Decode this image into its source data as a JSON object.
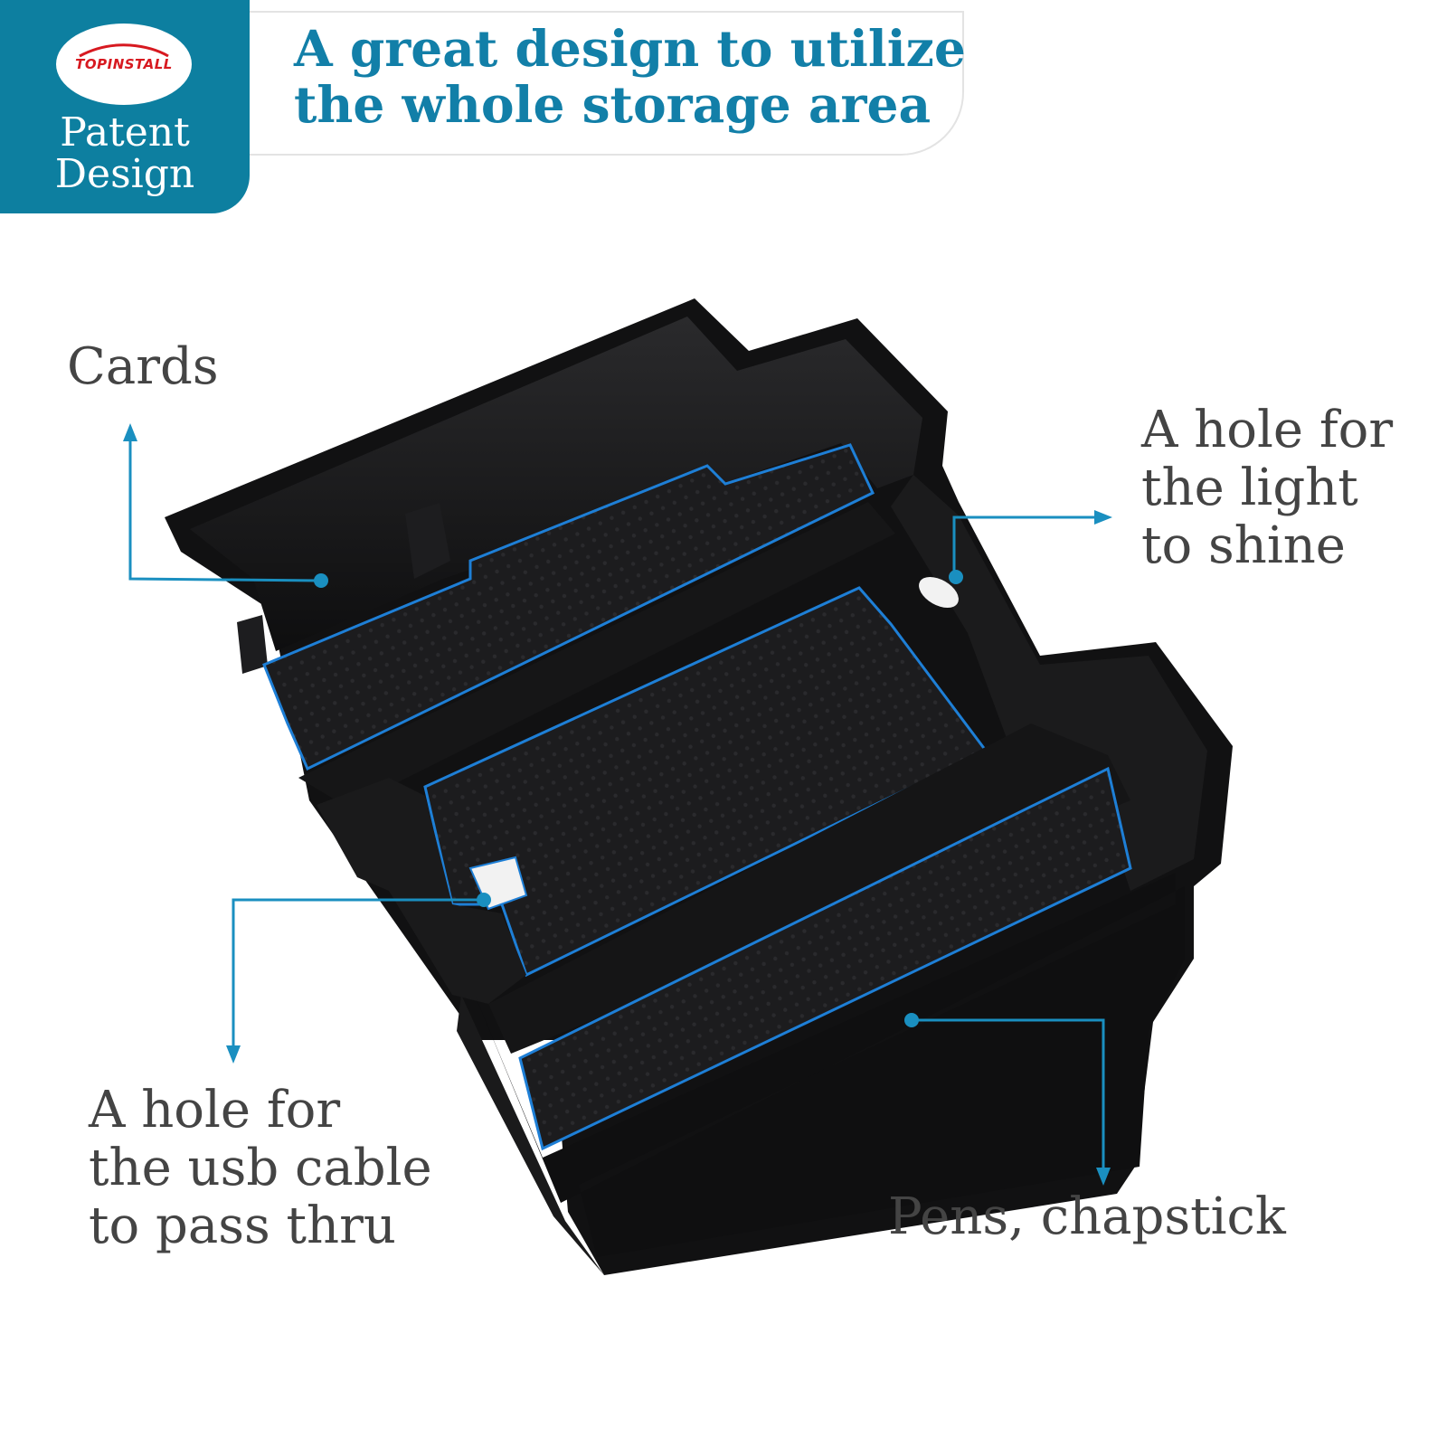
{
  "badge": {
    "logo_text": "TOPINSTALL",
    "line1": "Patent",
    "line2": "Design"
  },
  "banner": {
    "line1": "A great design to utilize",
    "line2": "the whole storage area"
  },
  "labels": {
    "cards": "Cards",
    "light_hole": [
      "A hole for",
      "the light",
      "to shine"
    ],
    "usb_hole": [
      "A hole for",
      "the usb cable",
      "to pass thru"
    ],
    "pens": "Pens, chapstick"
  },
  "colors": {
    "brand_teal": "#0d7fa0",
    "headline_blue": "#127fa8",
    "callout_blue": "#1a8fc0",
    "mat_accent_blue": "#1e7fd6",
    "logo_red": "#d71920",
    "tray_black": "#141414"
  }
}
